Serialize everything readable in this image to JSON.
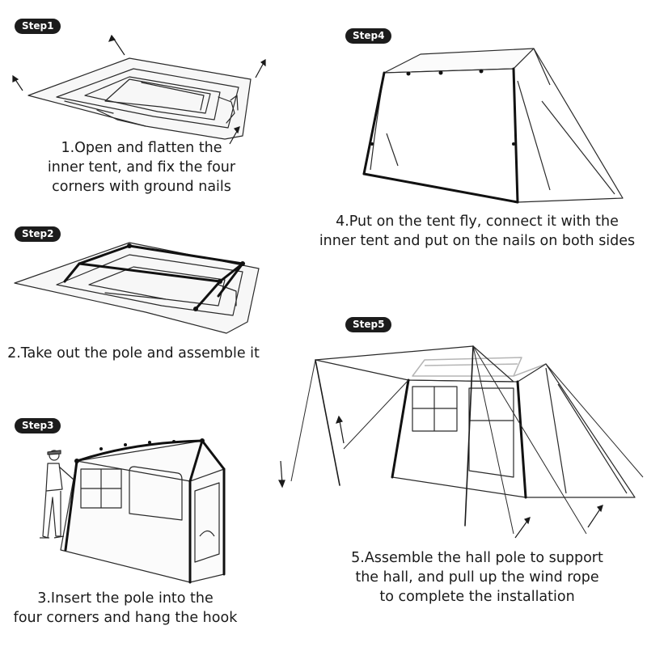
{
  "steps": [
    {
      "badge": "Step1",
      "caption": [
        "1.Open and flatten the",
        "inner tent, and fix the four",
        "corners with ground nails"
      ]
    },
    {
      "badge": "Step2",
      "caption": [
        "2.Take out the pole and assemble it"
      ]
    },
    {
      "badge": "Step3",
      "caption": [
        "3.Insert the pole into the",
        "four corners and hang the hook"
      ]
    },
    {
      "badge": "Step4",
      "caption": [
        "4.Put on the tent fly, connect it with the",
        "inner tent and put on the nails on both sides"
      ]
    },
    {
      "badge": "Step5",
      "caption": [
        "5.Assemble the hall pole to support",
        "the hall, and pull up the wind rope",
        "to complete the installation"
      ]
    }
  ],
  "colors": {
    "badge_bg": "#1c1c1c",
    "badge_text": "#ffffff",
    "line_art": "#2a2a2a",
    "line_art_light": "#b5b5b5",
    "fill_ground": "#f4f4f4"
  },
  "icons": [
    "ground-nail-icon",
    "tent-illustration",
    "person-figure"
  ]
}
